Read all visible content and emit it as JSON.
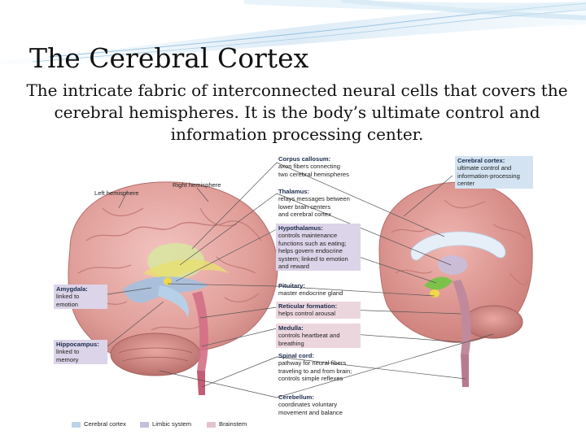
{
  "slide": {
    "title": "The Cerebral Cortex",
    "subtitle": "The intricate fabric of interconnected neural cells that covers the cerebral hemispheres. It is the body’s ultimate control and information processing center."
  },
  "figure": {
    "left_hemisphere": "Left hemisphere",
    "right_hemisphere": "Right hemisphere",
    "labels": {
      "corpus_callosum": {
        "name": "Corpus callosum:",
        "desc": [
          "axon fibers connecting",
          "two cerebral hemispheres"
        ]
      },
      "thalamus": {
        "name": "Thalamus:",
        "desc": [
          "relays messages between",
          "lower brain centers",
          "and cerebral cortex"
        ]
      },
      "hypothalamus": {
        "name": "Hypothalamus:",
        "desc": [
          "controls maintenance",
          "functions such as eating;",
          "helps govern endocrine",
          "system; linked to emotion",
          "and reward"
        ]
      },
      "pituitary": {
        "name": "Pituitary:",
        "desc": [
          "master endocrine gland"
        ]
      },
      "reticular_formation": {
        "name": "Reticular formation:",
        "desc": [
          "helps control arousal"
        ]
      },
      "medulla": {
        "name": "Medulla:",
        "desc": [
          "controls heartbeat and",
          "breathing"
        ]
      },
      "spinal_cord": {
        "name": "Spinal cord:",
        "desc": [
          "pathway for neural fibers",
          "traveling to and from brain;",
          "controls simple reflexes"
        ]
      },
      "cerebellum": {
        "name": "Cerebellum:",
        "desc": [
          "coordinates voluntary",
          "movement and balance"
        ]
      },
      "cerebral_cortex": {
        "name": "Cerebral cortex:",
        "desc": [
          "ultimate control and",
          "information-processing",
          "center"
        ]
      },
      "amygdala": {
        "name": "Amygdala:",
        "desc": [
          "linked to",
          "emotion"
        ]
      },
      "hippocampus": {
        "name": "Hippocampus:",
        "desc": [
          "linked to",
          "memory"
        ]
      }
    },
    "legend": [
      {
        "label": "Cerebral cortex",
        "color": "#bcd3ea"
      },
      {
        "label": "Limbic system",
        "color": "#c8bedc"
      },
      {
        "label": "Brainstem",
        "color": "#e2c2cf"
      }
    ]
  }
}
